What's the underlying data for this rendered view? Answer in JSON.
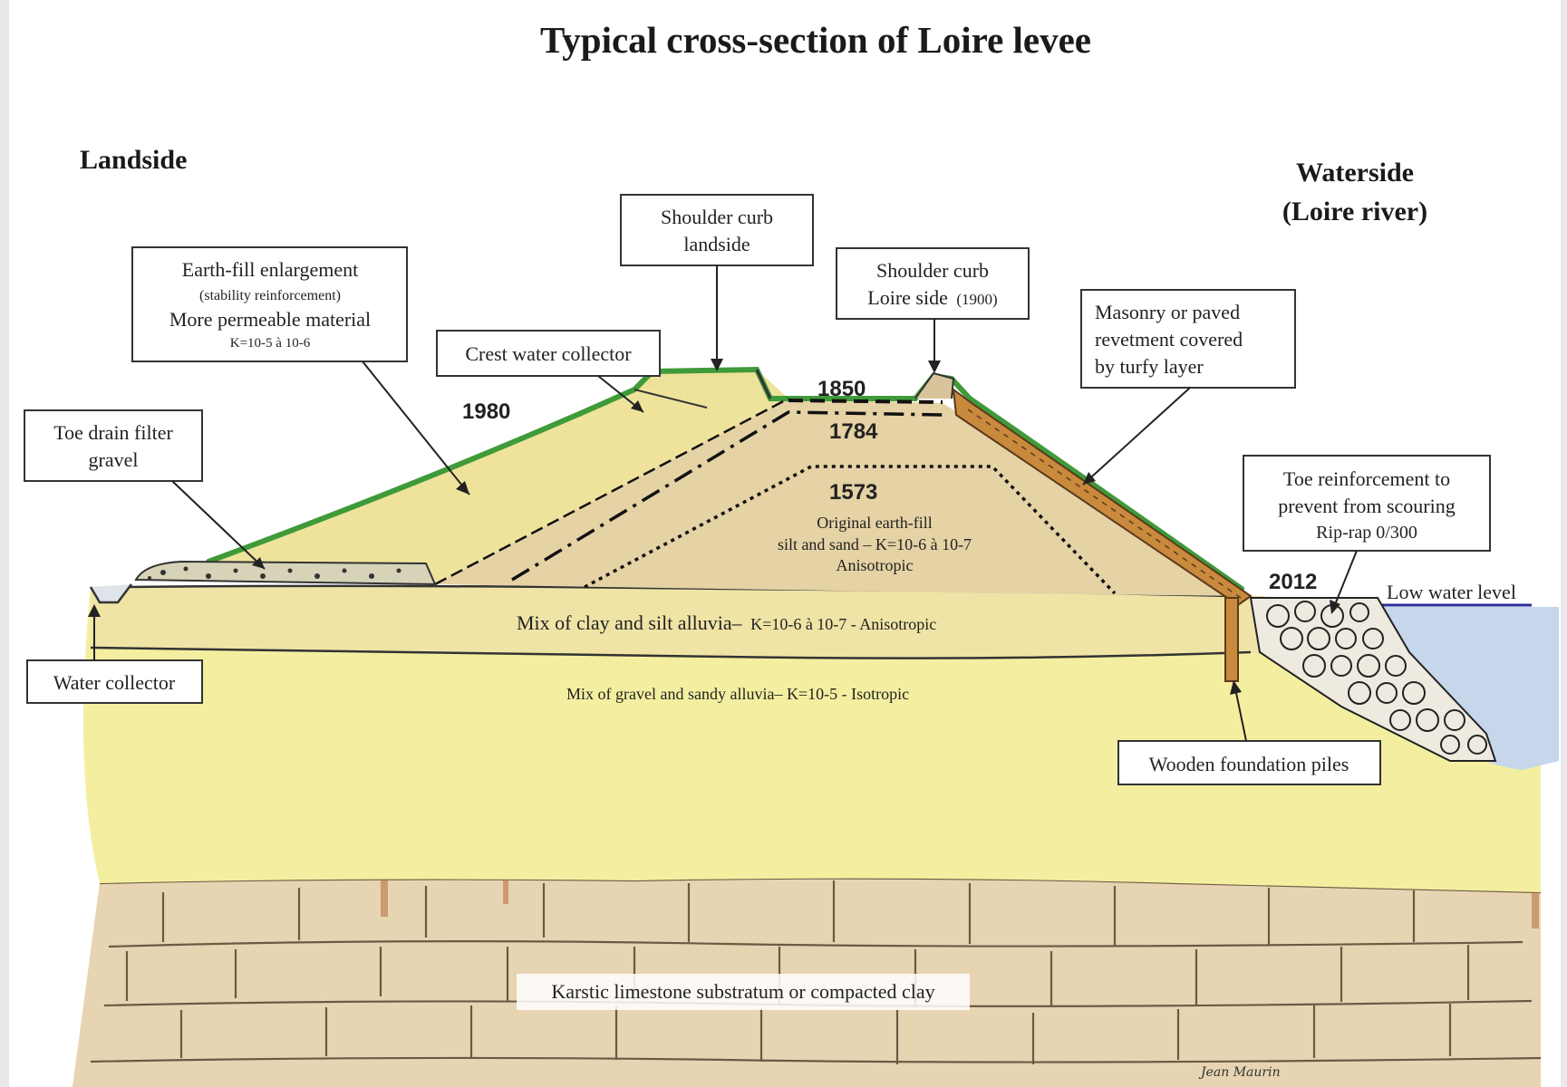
{
  "title": "Typical cross-section of Loire levee",
  "sides": {
    "landside": "Landside",
    "waterside_line1": "Waterside",
    "waterside_line2": "(Loire river)"
  },
  "years": {
    "y1980": "1980",
    "y1850": "1850",
    "y1784": "1784",
    "y1573": "1573",
    "y2012": "2012"
  },
  "callouts": {
    "toe_drain": {
      "line1": "Toe drain filter",
      "line2": "gravel"
    },
    "earth_fill": {
      "line1": "Earth-fill enlargement",
      "line2": "(stability reinforcement)",
      "line3": "More permeable material",
      "line4": "K=10-5 à 10-6"
    },
    "crest_collector": {
      "line1": "Crest water collector"
    },
    "shoulder_landside": {
      "line1": "Shoulder curb",
      "line2": "landside"
    },
    "shoulder_loire": {
      "line1": "Shoulder curb",
      "line2": "Loire side",
      "line2_small": "(1900)"
    },
    "masonry": {
      "line1": "Masonry or paved",
      "line2": "revetment covered",
      "line3": "by turfy layer"
    },
    "toe_reinforcement": {
      "line1": "Toe reinforcement to",
      "line2": "prevent from scouring",
      "line3": "Rip-rap 0/300"
    },
    "water_collector": {
      "line1": "Water collector"
    },
    "wooden_piles": {
      "line1": "Wooden foundation piles"
    }
  },
  "layers": {
    "original_fill_line1": "Original earth-fill",
    "original_fill_line2": "silt and sand – K=10-6  à 10-7",
    "original_fill_line3": "Anisotropic",
    "clay_silt_main": "Mix of clay and silt alluvia–",
    "clay_silt_k": "K=10-6 à 10-7 - Anisotropic",
    "gravel_sand": "Mix of gravel and sandy alluvia– K=10-5 - Isotropic",
    "limestone": "Karstic limestone substratum or compacted clay",
    "low_water": "Low water level"
  },
  "signature": "Jean Maurin",
  "colors": {
    "alluvium_yellow": "#f3ee9e",
    "original_fill": "#e2cfa3",
    "enlargement": "#efe49a",
    "limestone": "#e8d6b4",
    "grass": "#3f9a3a",
    "water": "#bcd2ea",
    "low_water_line": "#2b2f9a"
  }
}
